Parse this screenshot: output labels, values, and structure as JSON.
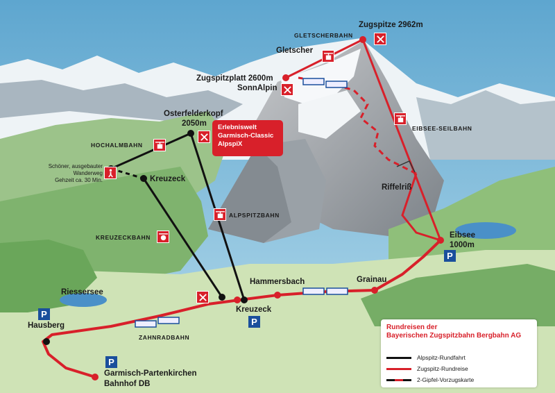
{
  "colors": {
    "sky": "#8fc4dc",
    "route_red": "#d8202a",
    "route_black": "#111111",
    "parking_blue": "#1a4f9c",
    "lake": "#4a90c8"
  },
  "peaks": {
    "zugspitze": "Zugspitze 2962m",
    "zugspitzplatt": "Zugspitzplatt 2600m",
    "sonnalpin": "SonnAlpin",
    "gletscher": "Gletscher",
    "osterfelderkopf_1": "Osterfelderkopf",
    "osterfelderkopf_2": "2050m",
    "kreuzeck_summit": "Kreuzeck",
    "riffelriss": "Riffelriß"
  },
  "lifts": {
    "gletscherbahn": "GLETSCHERBAHN",
    "eibsee_seilbahn": "EIBSEE-SEILBAHN",
    "hochalmbahn": "HOCHALMBAHN",
    "alpspitzbahn": "ALPSPITZBAHN",
    "kreuzeckbahn": "KREUZECKBAHN",
    "zahnradbahn": "ZAHNRADBAHN"
  },
  "places": {
    "eibsee_1": "Eibsee",
    "eibsee_2": "1000m",
    "grainau": "Grainau",
    "hammersbach": "Hammersbach",
    "kreuzeck_station": "Kreuzeck",
    "riessersee": "Riessersee",
    "hausberg": "Hausberg",
    "gap_1": "Garmisch-Partenkirchen",
    "gap_2": "Bahnhof DB"
  },
  "hiking_note": {
    "line1": "Schöner, ausgebauter",
    "line2": "Wanderweg",
    "line3": "Gehzeit ca. 30 Min."
  },
  "promo": {
    "line1": "Erlebniswelt",
    "line2": "Garmisch-Classic",
    "line3": "AlpspiX"
  },
  "parking_label": "P",
  "icons": [
    "cable-car-icon",
    "gondola-icon",
    "restaurant-icon",
    "hiker-icon",
    "parking-icon"
  ],
  "legend": {
    "title_1": "Rundreisen der",
    "title_2": "Bayerischen Zugspitzbahn Bergbahn AG",
    "items": [
      {
        "label": "Alpspitz-Rundfahrt",
        "color": "#111111"
      },
      {
        "label": "Zugspitz-Rundreise",
        "color": "#d8202a"
      },
      {
        "label": "2-Gipfel-Vorzugskarte",
        "color": "#111111"
      }
    ]
  }
}
